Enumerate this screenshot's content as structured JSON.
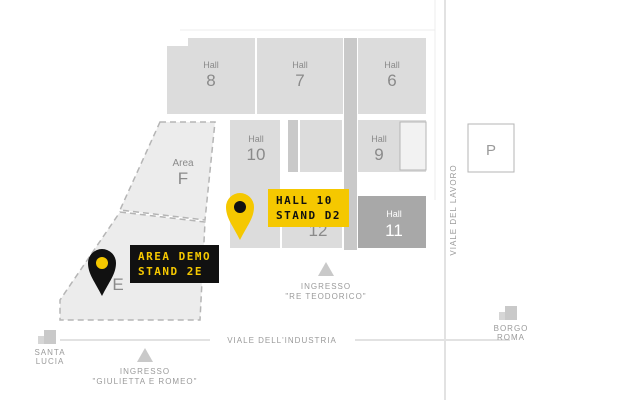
{
  "halls": {
    "hall8": {
      "label": "Hall",
      "num": "8"
    },
    "hall7": {
      "label": "Hall",
      "num": "7"
    },
    "hall6": {
      "label": "Hall",
      "num": "6"
    },
    "hall10": {
      "label": "Hall",
      "num": "10"
    },
    "hall9": {
      "label": "Hall",
      "num": "9"
    },
    "hall12": {
      "num": "12"
    },
    "hall11": {
      "label": "Hall",
      "num": "11"
    },
    "areaF": {
      "label": "Area",
      "num": "F"
    },
    "areaE": {
      "num": "E"
    }
  },
  "parking": {
    "letter": "P"
  },
  "roads": {
    "viale_industria": "VIALE DELL'INDUSTRIA",
    "viale_lavoro": "VIALE DEL LAVORO"
  },
  "entrances": {
    "teodorico": {
      "line1": "INGRESSO",
      "line2": "\"RE TEODORICO\""
    },
    "giulietta": {
      "line1": "INGRESSO",
      "line2": "\"GIULIETTA E ROMEO\""
    }
  },
  "places": {
    "santa_lucia": {
      "line1": "SANTA",
      "line2": "LUCIA"
    },
    "borgo_roma": {
      "line1": "BORGO",
      "line2": "ROMA"
    }
  },
  "callouts": {
    "hall10": {
      "line1": "HALL 10",
      "line2": "STAND D2"
    },
    "area_demo": {
      "line1": "AREA DEMO",
      "line2": "STAND 2E"
    }
  },
  "colors": {
    "hall_fill": "#dcdcdc",
    "hall_dark": "#a8a8a8",
    "marker": "#f5c800",
    "marker_dark": "#111111"
  }
}
